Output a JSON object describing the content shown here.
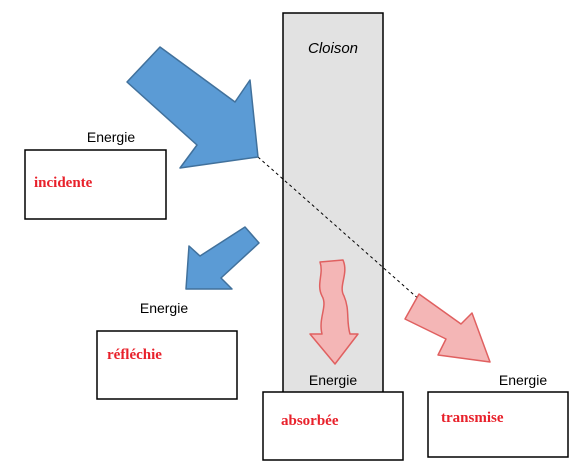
{
  "partition": {
    "label": "Cloison"
  },
  "energy_word": "Energie",
  "boxes": {
    "incident": {
      "label": "incidente"
    },
    "reflected": {
      "label": "réfléchie"
    },
    "absorbed": {
      "label": "absorbée"
    },
    "transmitted": {
      "label": "transmise"
    }
  },
  "colors": {
    "incident_arrow": "#5b9bd5",
    "reflected_arrow": "#5b9bd5",
    "absorbed_arrow": "#f4b6b6",
    "transmitted_arrow": "#f4b6b6",
    "partition_fill": "#e2e2e2",
    "label_red": "#e8212b"
  }
}
